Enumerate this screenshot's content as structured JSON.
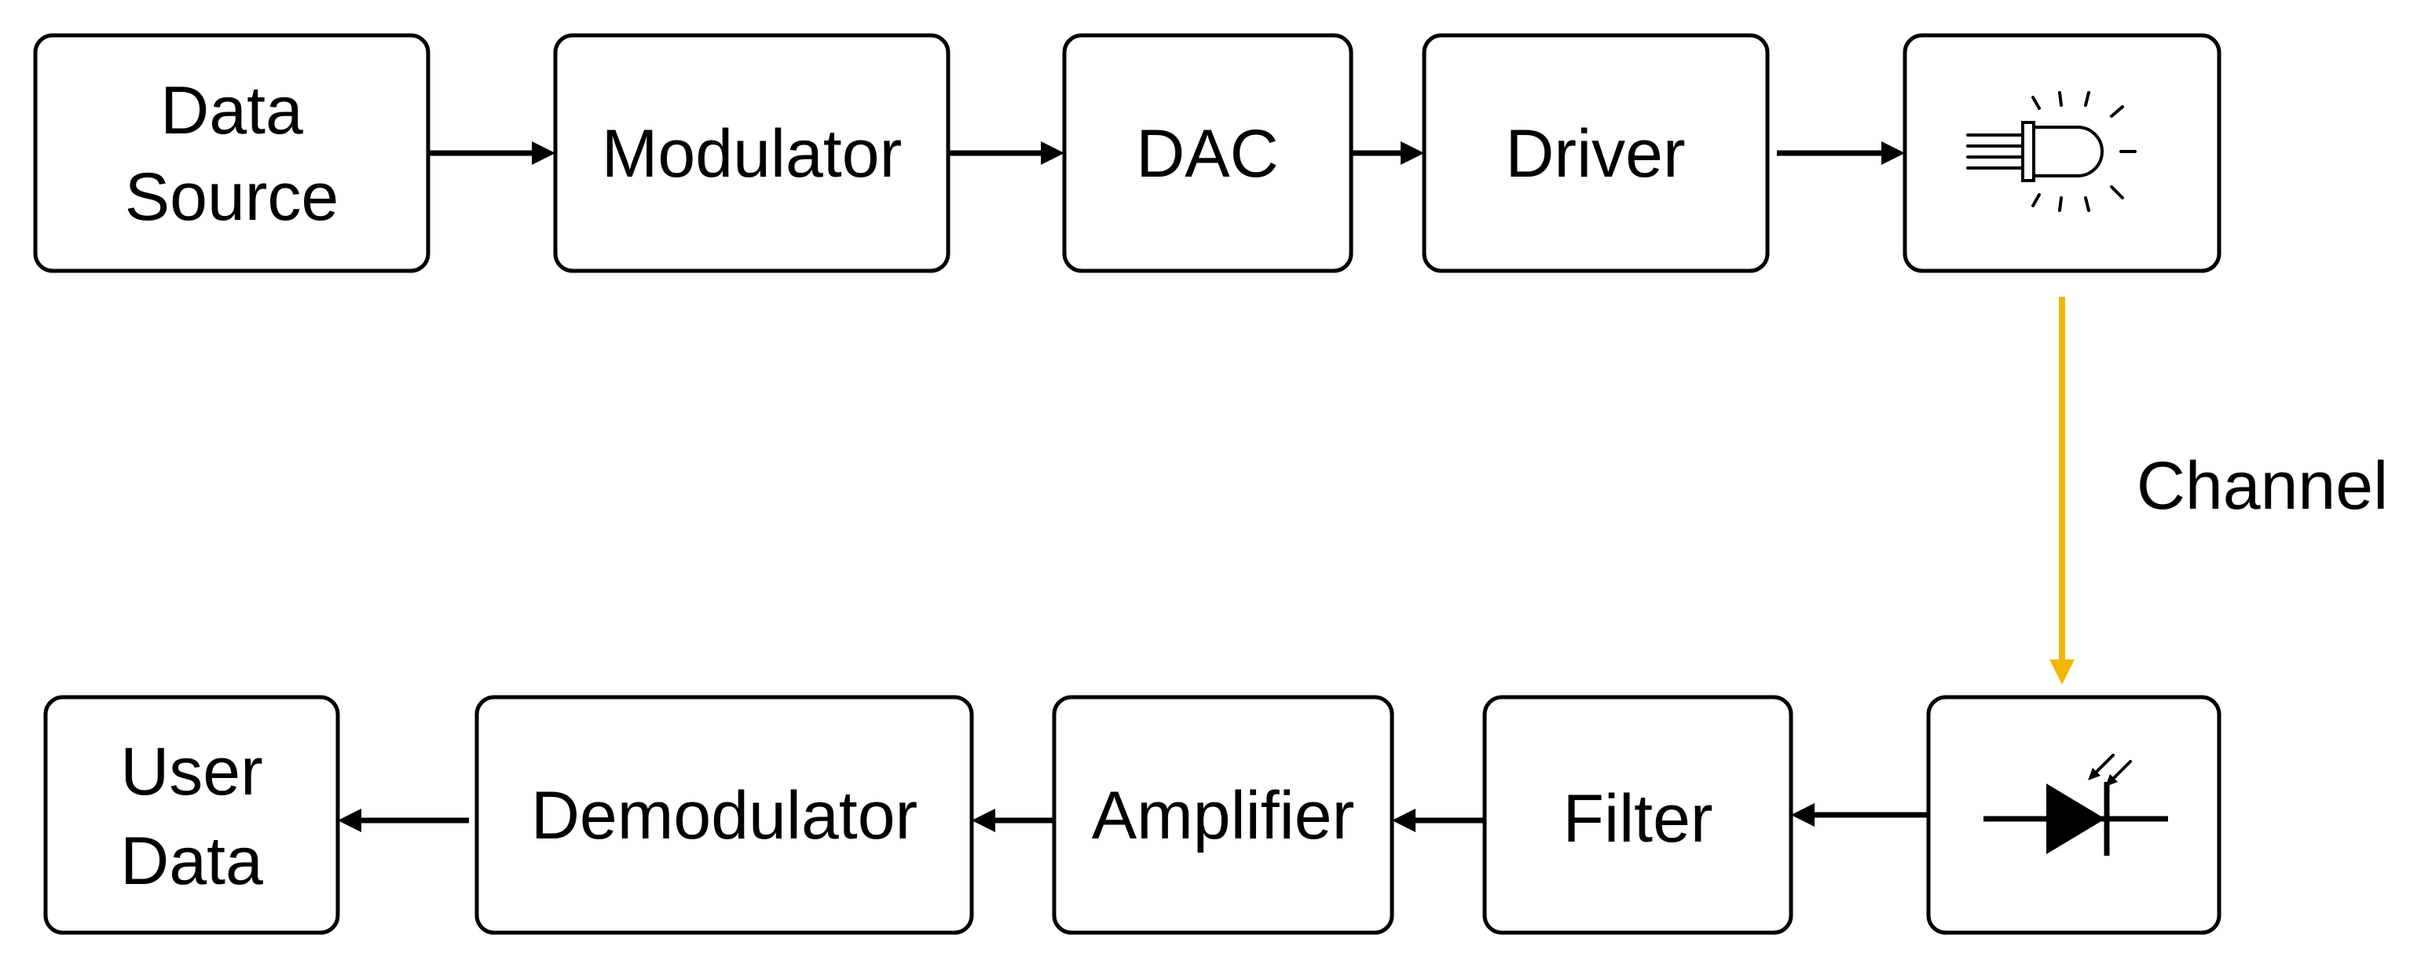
{
  "colors": {
    "block_stroke": "#000000",
    "arrow": "#000000",
    "channel": "#F2B705"
  },
  "blocks": {
    "data_source": {
      "line1": "Data",
      "line2": "Source"
    },
    "modulator": {
      "label": "Modulator"
    },
    "dac": {
      "label": "DAC"
    },
    "driver": {
      "label": "Driver"
    },
    "led": {
      "icon": "led-icon"
    },
    "photodiode": {
      "icon": "photodiode-icon"
    },
    "filter": {
      "label": "Filter"
    },
    "amplifier": {
      "label": "Amplifier"
    },
    "demodulator": {
      "label": "Demodulator"
    },
    "user_data": {
      "line1": "User",
      "line2": "Data"
    }
  },
  "channel": {
    "label": "Channel"
  }
}
